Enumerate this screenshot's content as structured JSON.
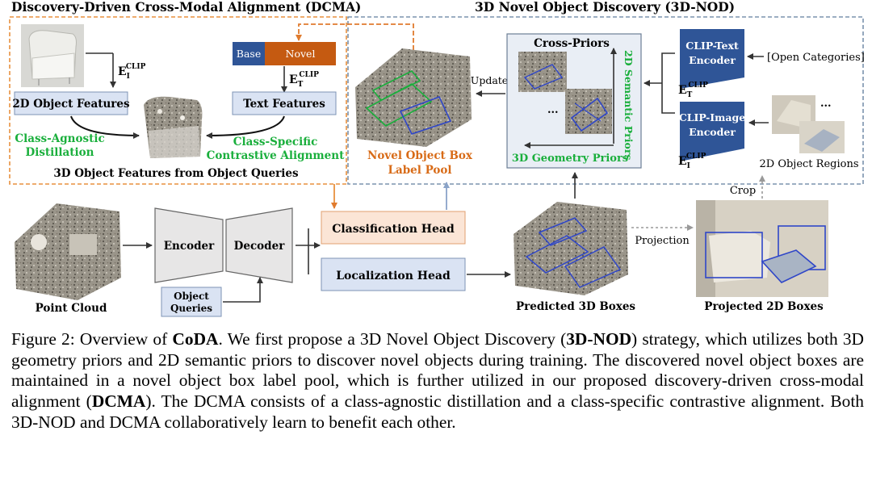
{
  "sections": {
    "dcma_title": "Discovery-Driven Cross-Modal  Alignment (DCMA)",
    "nod_title": "3D Novel Object Discovery (3D-NOD)"
  },
  "dcma": {
    "clip_image_enc": "E",
    "clip_image_sup": "CLIP",
    "clip_image_sub": "I",
    "object_features_2d": "2D Object Features",
    "base_label": "Base",
    "novel_label": "Novel",
    "clip_text_enc": "E",
    "clip_text_sup": "CLIP",
    "clip_text_sub": "T",
    "text_features": "Text Features",
    "class_agnostic_1": "Class-Agnostic",
    "class_agnostic_2": "Distillation",
    "class_specific_1": "Class-Specific",
    "class_specific_2": "Contrastive Alignment",
    "features_from_queries": "3D Object Features from Object Queries"
  },
  "nod": {
    "cross_priors": "Cross-Priors",
    "semantic_priors": "2D Semantic Priors",
    "geometry_priors": "3D Geometry Priors",
    "update": "Update",
    "label_pool_1": "Novel Object Box",
    "label_pool_2": "Label Pool",
    "clip_text_encoder_1": "CLIP-Text",
    "clip_text_encoder_2": "Encoder",
    "clip_image_encoder_1": "CLIP-Image",
    "clip_image_encoder_2": "Encoder",
    "open_categories": "[Open Categories]",
    "object_regions": "2D Object Regions",
    "crop": "Crop",
    "ellipsis": "..."
  },
  "pipeline": {
    "point_cloud": "Point Cloud",
    "encoder": "Encoder",
    "decoder": "Decoder",
    "object_queries_1": "Object",
    "object_queries_2": "Queries",
    "classification_head": "Classification Head",
    "localization_head": "Localization Head",
    "predicted_boxes": "Predicted 3D Boxes",
    "projection": "Projection",
    "projected_boxes": "Projected 2D Boxes"
  },
  "caption": {
    "label": "Figure 2:",
    "t1": " Overview of ",
    "coda": "CoDA",
    "t2": ". We first propose a 3D Novel Object Discovery (",
    "nod": "3D-NOD",
    "t3": ") strategy, which utilizes both 3D geometry priors and 2D semantic priors to discover novel objects during training. The discovered novel object boxes are maintained in a novel object box label pool, which is further utilized in our proposed discovery-driven cross-modal alignment (",
    "dcma": "DCMA",
    "t4": "). The DCMA consists of a class-agnostic distillation and a class-specific contrastive alignment. Both 3D-NOD and DCMA collaboratively learn to benefit each other."
  },
  "colors": {
    "dcma_border": "#e8913f",
    "nod_border": "#7b93ad",
    "novel_fill": "#c55a11",
    "base_fill": "#2f5597",
    "green_text": "#1aaf3c",
    "orange_text": "#d86b17",
    "head_orange": "#fbe5d6",
    "head_blue": "#dae3f3",
    "encoder_blue": "#2f5597"
  },
  "icons": [
    "chair-photo",
    "point-cloud-chair",
    "scene-point-cloud",
    "room-photo"
  ]
}
